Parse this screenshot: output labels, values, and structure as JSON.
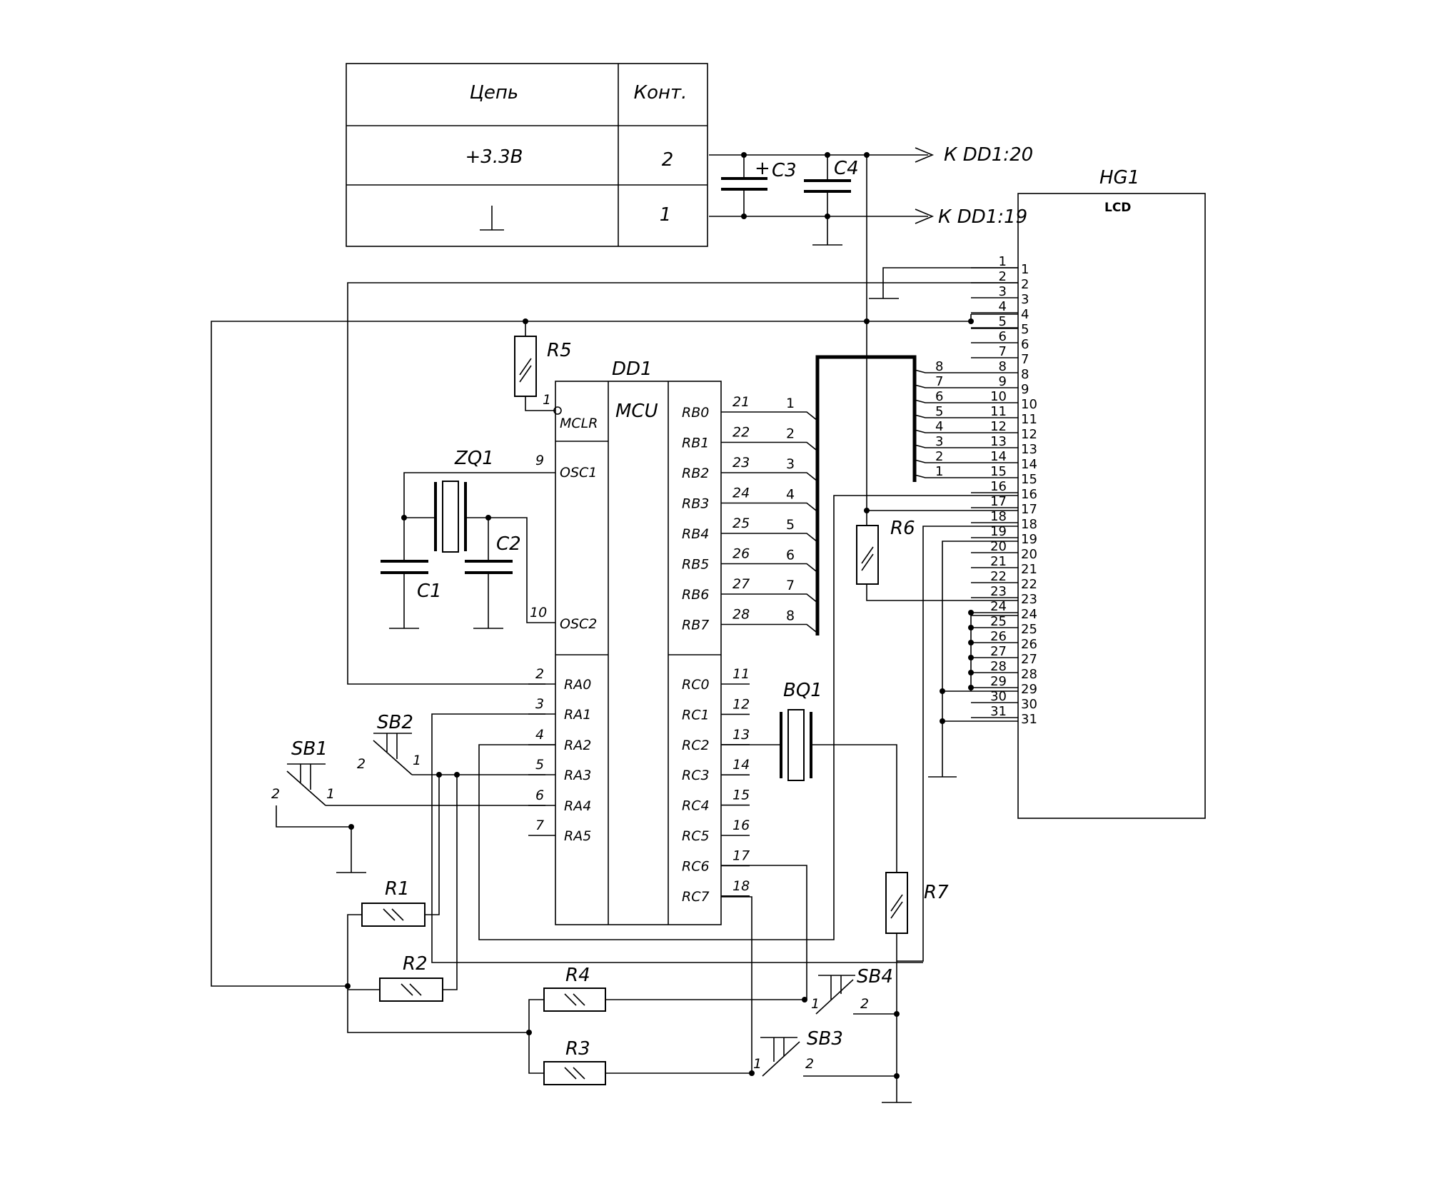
{
  "table": {
    "header_circuit": "Цепь",
    "header_contact": "Конт.",
    "row1_circuit": "+3.3В",
    "row1_contact": "2",
    "row2_contact": "1"
  },
  "arrows": {
    "to_dd1_20": "К DD1:20",
    "to_dd1_19": "К DD1:19"
  },
  "caps": {
    "c1": "C1",
    "c2": "C2",
    "c3": "C3",
    "c4": "C4",
    "c3_polarity": "+"
  },
  "resistors": {
    "r1": "R1",
    "r2": "R2",
    "r3": "R3",
    "r4": "R4",
    "r5": "R5",
    "r6": "R6",
    "r7": "R7"
  },
  "switches": {
    "sb1": "SB1",
    "sb2": "SB2",
    "sb3": "SB3",
    "sb4": "SB4",
    "pin1": "1",
    "pin2": "2"
  },
  "crystal": {
    "zq1": "ZQ1",
    "bq1": "BQ1"
  },
  "mcu": {
    "ref": "DD1",
    "title": "MCU",
    "mclr": "MCLR",
    "mclr_pin": "1",
    "osc1": "OSC1",
    "osc1_pin": "9",
    "osc2": "OSC2",
    "osc2_pin": "10",
    "left_pins": [
      {
        "name": "RA0",
        "num": "2"
      },
      {
        "name": "RA1",
        "num": "3"
      },
      {
        "name": "RA2",
        "num": "4"
      },
      {
        "name": "RA3",
        "num": "5"
      },
      {
        "name": "RA4",
        "num": "6"
      },
      {
        "name": "RA5",
        "num": "7"
      }
    ],
    "rb_pins": [
      {
        "name": "RB0",
        "num": "21",
        "bus": "1"
      },
      {
        "name": "RB1",
        "num": "22",
        "bus": "2"
      },
      {
        "name": "RB2",
        "num": "23",
        "bus": "3"
      },
      {
        "name": "RB3",
        "num": "24",
        "bus": "4"
      },
      {
        "name": "RB4",
        "num": "25",
        "bus": "5"
      },
      {
        "name": "RB5",
        "num": "26",
        "bus": "6"
      },
      {
        "name": "RB6",
        "num": "27",
        "bus": "7"
      },
      {
        "name": "RB7",
        "num": "28",
        "bus": "8"
      }
    ],
    "rc_pins": [
      {
        "name": "RC0",
        "num": "11"
      },
      {
        "name": "RC1",
        "num": "12"
      },
      {
        "name": "RC2",
        "num": "13"
      },
      {
        "name": "RC3",
        "num": "14"
      },
      {
        "name": "RC4",
        "num": "15"
      },
      {
        "name": "RC5",
        "num": "16"
      },
      {
        "name": "RC6",
        "num": "17"
      },
      {
        "name": "RC7",
        "num": "18"
      }
    ]
  },
  "lcd": {
    "ref": "HG1",
    "title": "LCD",
    "pin_numbers": [
      "1",
      "2",
      "3",
      "4",
      "5",
      "6",
      "7",
      "8",
      "9",
      "10",
      "11",
      "12",
      "13",
      "14",
      "15",
      "16",
      "17",
      "18",
      "19",
      "20",
      "21",
      "22",
      "23",
      "24",
      "25",
      "26",
      "27",
      "28",
      "29",
      "30",
      "31"
    ],
    "bus_labels": [
      "8",
      "7",
      "6",
      "5",
      "4",
      "3",
      "2",
      "1"
    ]
  }
}
